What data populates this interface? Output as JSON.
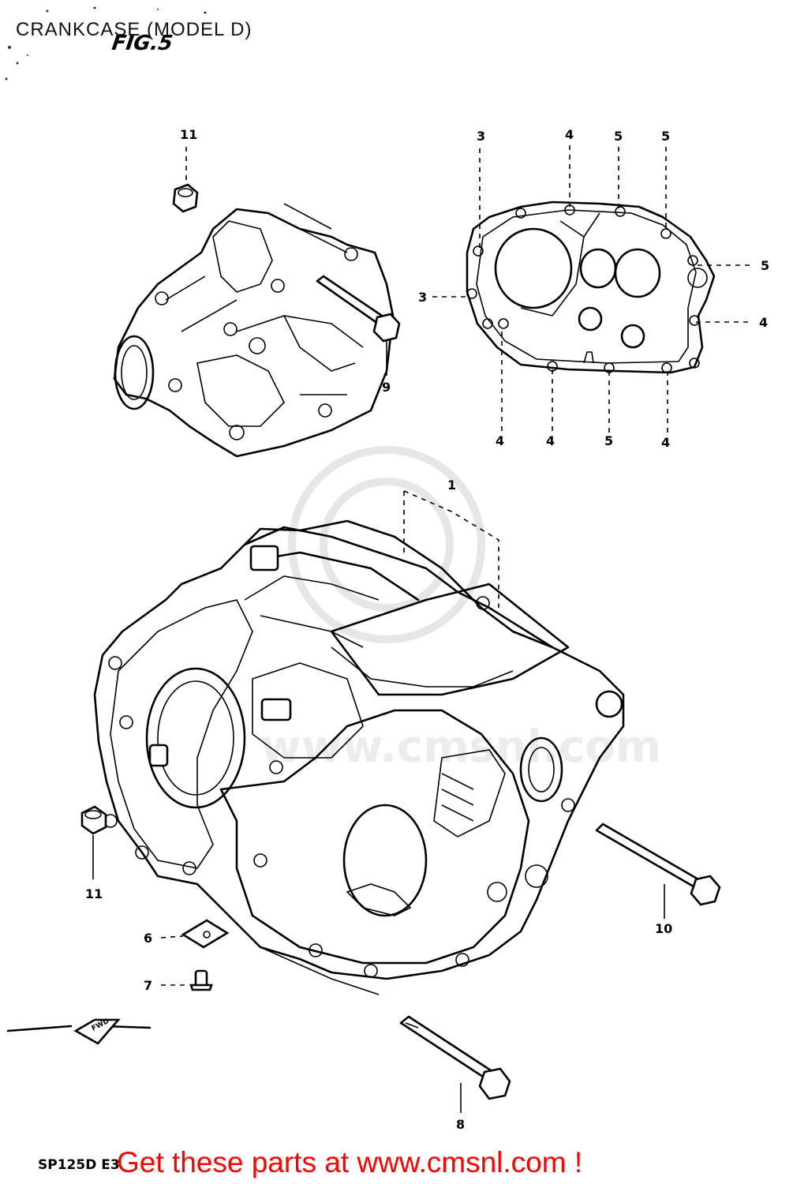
{
  "title": "CRANKCASE (MODEL D)",
  "figure_label": "FIG.5",
  "model_code": "SP125D E3",
  "footer_text": "Get these parts at www.cmsnl.com !",
  "watermark_text": "www.cmsnl.com",
  "callouts": [
    {
      "id": "c1",
      "label": "1"
    },
    {
      "id": "c3a",
      "label": "3"
    },
    {
      "id": "c3b",
      "label": "3"
    },
    {
      "id": "c4a",
      "label": "4"
    },
    {
      "id": "c4b",
      "label": "4"
    },
    {
      "id": "c4c",
      "label": "4"
    },
    {
      "id": "c4d",
      "label": "4"
    },
    {
      "id": "c4e",
      "label": "4"
    },
    {
      "id": "c5a",
      "label": "5"
    },
    {
      "id": "c5b",
      "label": "5"
    },
    {
      "id": "c5c",
      "label": "5"
    },
    {
      "id": "c5d",
      "label": "5"
    },
    {
      "id": "c6",
      "label": "6"
    },
    {
      "id": "c7",
      "label": "7"
    },
    {
      "id": "c8",
      "label": "8"
    },
    {
      "id": "c9",
      "label": "9"
    },
    {
      "id": "c10",
      "label": "10"
    },
    {
      "id": "c11a",
      "label": "11"
    },
    {
      "id": "c11b",
      "label": "11"
    }
  ]
}
